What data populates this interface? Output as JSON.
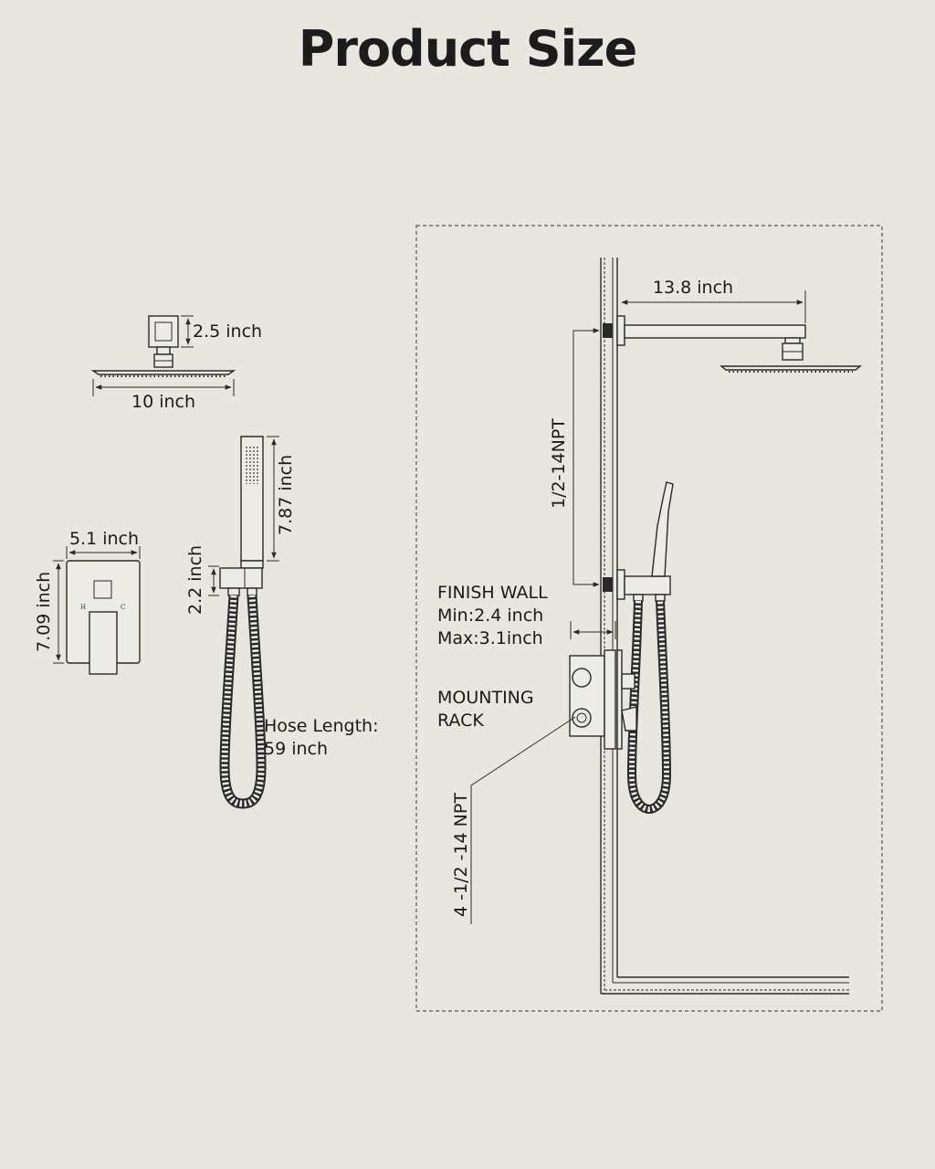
{
  "title": "Product Size",
  "shower_head": {
    "height_label": "2.5 inch",
    "width_label": "10 inch"
  },
  "hand_shower": {
    "length_label": "7.87 inch",
    "holder_label": "2.2 inch",
    "hose_label_line1": "Hose Length:",
    "hose_label_line2": "59 inch"
  },
  "trim_plate": {
    "width_label": "5.1 inch",
    "height_label": "7.09 inch",
    "hot_mark": "H",
    "cold_mark": "C"
  },
  "installation": {
    "arm_length_label": "13.8 inch",
    "thread_label": "1/2-14NPT",
    "finish_wall_line1": "FINISH WALL",
    "finish_wall_line2": "Min:2.4 inch",
    "finish_wall_line3": "Max:3.1inch",
    "mounting_line1": "MOUNTING",
    "mounting_line2": "RACK",
    "outlets_label": "4 -1/2 -14 NPT"
  },
  "colors": {
    "background": "#e9e6e0",
    "line": "#2a2a2a"
  }
}
